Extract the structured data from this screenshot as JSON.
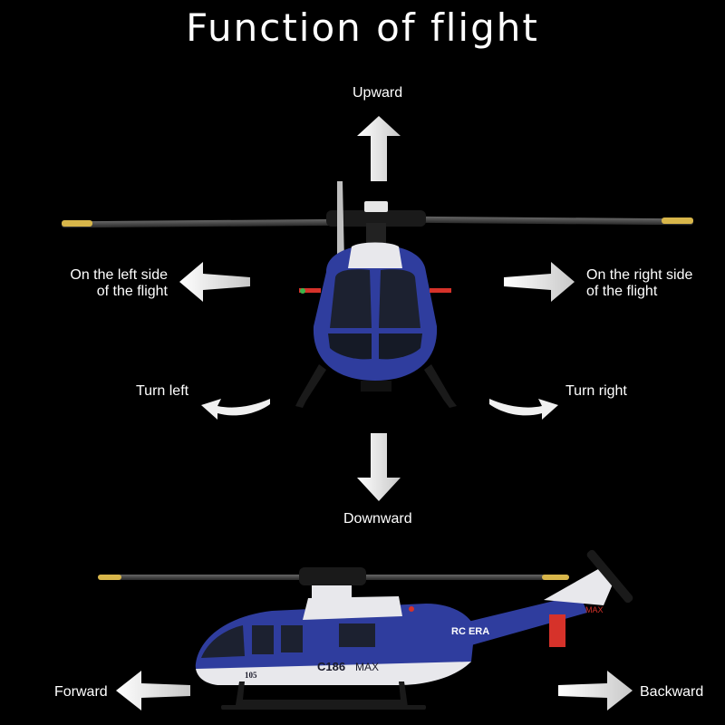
{
  "title": "Function of flight",
  "labels": {
    "upward": "Upward",
    "left_side_line1": "On the left side",
    "left_side_line2": "of the flight",
    "right_side_line1": "On the right side",
    "right_side_line2": "of the flight",
    "turn_left": "Turn left",
    "turn_right": "Turn right",
    "downward": "Downward",
    "forward": "Forward",
    "backward": "Backward"
  },
  "helicopter": {
    "brand": "RC ERA",
    "model": "C186",
    "model_suffix": "MAX",
    "tail_text": "MAX",
    "side_number": "105"
  },
  "colors": {
    "background": "#000000",
    "body_blue": "#2f3d9e",
    "body_white": "#e8e8ec",
    "accent_red": "#d6322a",
    "blade_tip": "#d8b64a"
  }
}
